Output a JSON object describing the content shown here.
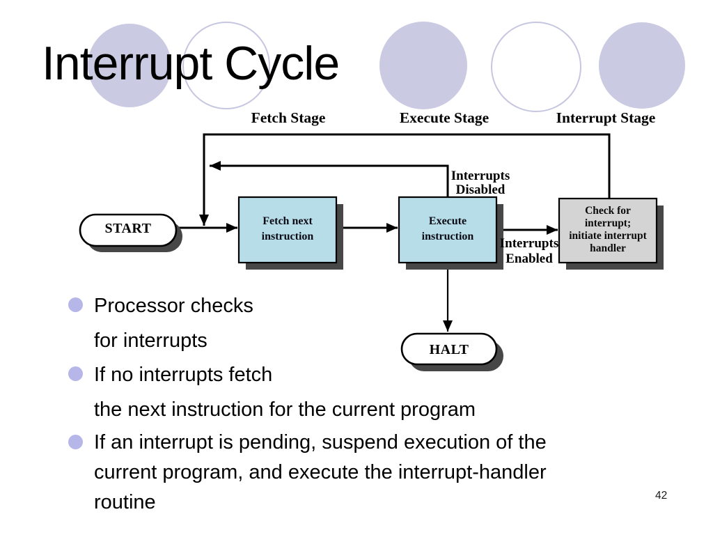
{
  "slide": {
    "title": "Interrupt Cycle",
    "page_number": "42"
  },
  "diagram": {
    "stage_labels": {
      "fetch": "Fetch Stage",
      "execute": "Execute Stage",
      "interrupt": "Interrupt Stage"
    },
    "start_label": "START",
    "halt_label": "HALT",
    "fetch_box": {
      "line1": "Fetch next",
      "line2": "instruction"
    },
    "execute_box": {
      "line1": "Execute",
      "line2": "instruction"
    },
    "interrupt_box": {
      "line1": "Check for",
      "line2": "interrupt;",
      "line3": "initiate interrupt",
      "line4": "handler"
    },
    "interrupts_disabled": {
      "line1": "Interrupts",
      "line2": "Disabled"
    },
    "interrupts_enabled": {
      "line1": "Interrupts",
      "line2": "Enabled"
    },
    "colors": {
      "process_box_fill": "#b7dde9",
      "interrupt_box_fill": "#d4d4d4",
      "terminal_fill": "#ffffff",
      "shadow": "#474747",
      "line": "#000000"
    }
  },
  "bullets": [
    {
      "lines": [
        "Processor checks",
        "for interrupts"
      ]
    },
    {
      "lines": [
        "If no interrupts fetch",
        "the next instruction for the current program"
      ]
    },
    {
      "lines": [
        "If an interrupt is pending, suspend execution of the",
        "current program, and execute the interrupt-handler",
        "routine"
      ]
    }
  ],
  "decor": {
    "circle_fill": "#cacae3",
    "circle_outline": "#c6c6e0",
    "bullet_dot": "#b6b6e8"
  }
}
